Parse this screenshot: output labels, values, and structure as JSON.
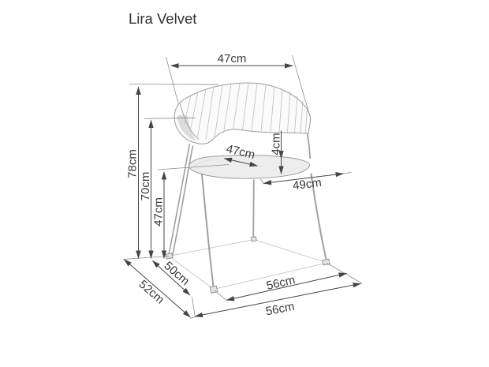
{
  "title": "Lira Velvet",
  "drawing": {
    "kind": "chair dimension diagram",
    "dims": {
      "back_width": "47cm",
      "total_height": "78cm",
      "back_height": "70cm",
      "seat_height": "47cm",
      "seat_width": "47cm",
      "seat_thickness": "4cm",
      "seat_span": "49cm",
      "leg_depth": "50cm",
      "total_depth": "52cm",
      "front_width": "56cm",
      "total_width": "56cm"
    }
  }
}
